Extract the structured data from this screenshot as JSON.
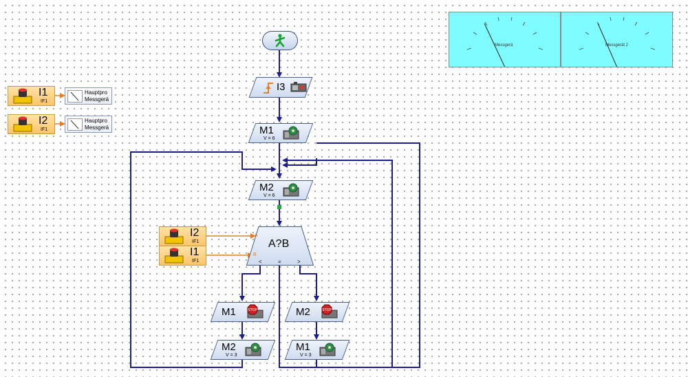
{
  "start": {
    "icon": "start-person-icon"
  },
  "wait_input": {
    "label": "I3",
    "edge_icon": "rising-edge-icon",
    "device_icon": "pushbutton-icon"
  },
  "motors": [
    {
      "label": "M1",
      "sub": "V = 6",
      "icon": "motor-icon"
    },
    {
      "label": "M2",
      "sub": "V = 6",
      "icon": "motor-icon"
    },
    {
      "label": "M1",
      "sub": "",
      "icon": "stop-motor-icon"
    },
    {
      "label": "M2",
      "sub": "",
      "icon": "stop-motor-icon"
    },
    {
      "label": "M2",
      "sub": "V = 3",
      "icon": "motor-icon"
    },
    {
      "label": "M1",
      "sub": "V = 3",
      "icon": "motor-icon"
    }
  ],
  "compare": {
    "label": "A?B",
    "input_a": "A",
    "input_b": "B",
    "lt": "<",
    "eq": "=",
    "gt": ">"
  },
  "inputs_top": [
    {
      "label": "I1",
      "sub": "IF1"
    },
    {
      "label": "I2",
      "sub": "IF1"
    }
  ],
  "inputs_compare": [
    {
      "label": "I2",
      "sub": "IF1"
    },
    {
      "label": "I1",
      "sub": "IF1"
    }
  ],
  "meter_blocks": [
    {
      "line1": "Hauptpro",
      "line2": "Messgerä"
    },
    {
      "line1": "Hauptpro",
      "line2": "Messgerä"
    }
  ],
  "gauges": [
    {
      "label": "Messgerä"
    },
    {
      "label": "Messgerät 2"
    }
  ],
  "colors": {
    "flow_line": "#1c1c8c",
    "data_line": "#e67e22",
    "gauge_bg": "#7ffcff",
    "junction": "#22aa44"
  }
}
